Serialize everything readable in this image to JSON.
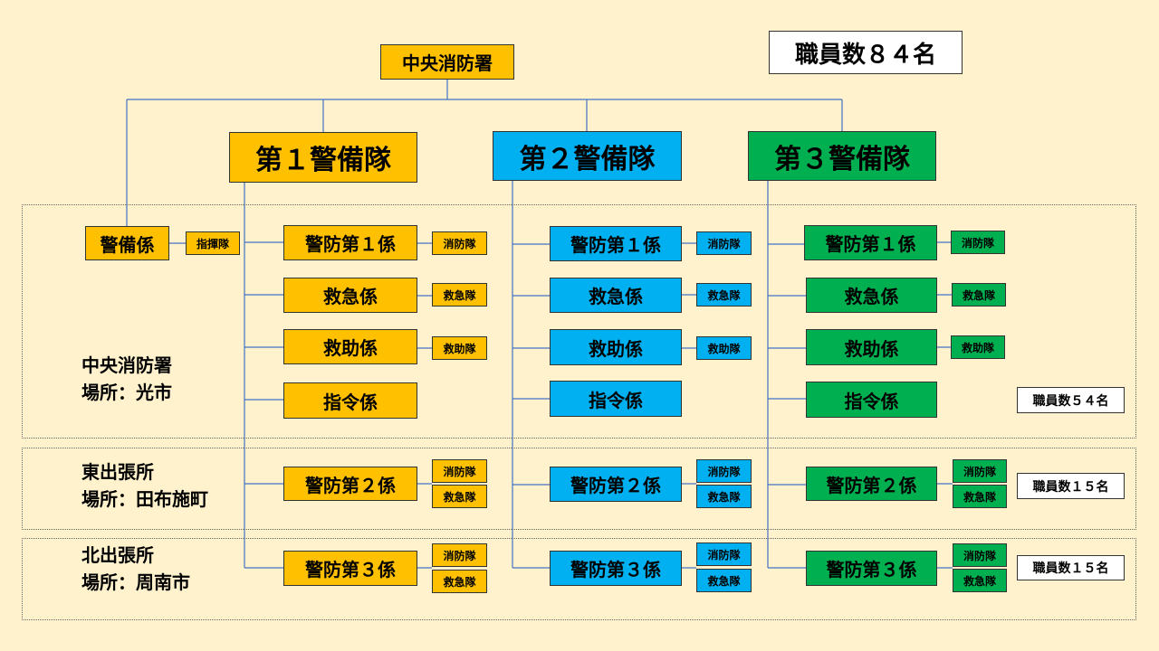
{
  "root": "中央消防署",
  "total_staff": "職員数８４名",
  "units": {
    "u1": "第１警備隊",
    "u2": "第２警備隊",
    "u3": "第３警備隊"
  },
  "u1": {
    "keibi": "警備係",
    "shiki_tai": "指揮隊",
    "keibo1": "警防第１係",
    "shobo": "消防隊",
    "kyukyu": "救急係",
    "kyukyu_tai": "救急隊",
    "kyujo": "救助係",
    "kyujo_tai": "救助隊",
    "shirei": "指令係",
    "keibo2": "警防第２係",
    "keibo3": "警防第３係"
  },
  "u2": {
    "keibo1": "警防第１係",
    "shobo": "消防隊",
    "kyukyu": "救急係",
    "kyukyu_tai": "救急隊",
    "kyujo": "救助係",
    "kyujo_tai": "救助隊",
    "shirei": "指令係",
    "keibo2": "警防第２係",
    "keibo3": "警防第３係"
  },
  "u3": {
    "keibo1": "警防第１係",
    "shobo": "消防隊",
    "kyukyu": "救急係",
    "kyukyu_tai": "救急隊",
    "kyujo": "救助係",
    "kyujo_tai": "救助隊",
    "shirei": "指令係",
    "keibo2": "警防第２係",
    "keibo3": "警防第３係"
  },
  "stations": {
    "central": {
      "name": "中央消防署",
      "location": "場所：光市"
    },
    "east": {
      "name": "東出張所",
      "location": "場所：田布施町"
    },
    "north": {
      "name": "北出張所",
      "location": "場所：周南市"
    }
  },
  "staff": {
    "central": "職員数５４名",
    "east": "職員数１５名",
    "north": "職員数１５名"
  },
  "colors": {
    "unit1": "#ffc000",
    "unit2": "#00b0f0",
    "unit3": "#00b050",
    "background": "#fff2cc"
  }
}
